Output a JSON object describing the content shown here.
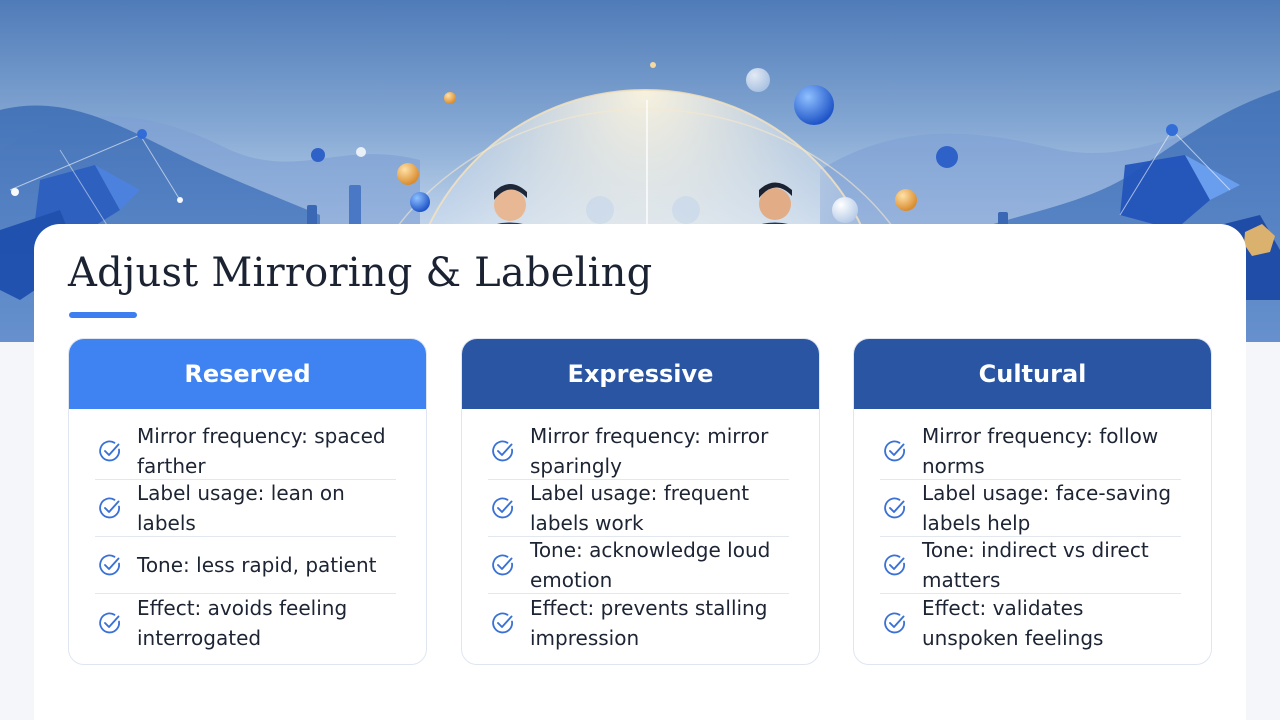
{
  "title": "Adjust Mirroring & Labeling",
  "colors": {
    "accent": "#3d7ef0",
    "header_reserved": "#3f82f1",
    "header_dark": "#2a55a3",
    "text": "#1d2433",
    "check": "#3a71d6"
  },
  "columns": [
    {
      "heading": "Reserved",
      "items": [
        "Mirror frequency: spaced farther",
        "Label usage: lean on labels",
        "Tone: less rapid, patient",
        "Effect: avoids feeling interrogated"
      ]
    },
    {
      "heading": "Expressive",
      "items": [
        "Mirror frequency: mirror sparingly",
        "Label usage: frequent labels work",
        "Tone: acknowledge loud emotion",
        "Effect: prevents stalling impression"
      ]
    },
    {
      "heading": "Cultural",
      "items": [
        "Mirror frequency: follow norms",
        "Label usage: face-saving labels help",
        "Tone: indirect vs direct matters",
        "Effect: validates unspoken feelings"
      ]
    }
  ],
  "icons": {
    "item": "check-circle-icon",
    "hero": "negotiation-illustration"
  }
}
